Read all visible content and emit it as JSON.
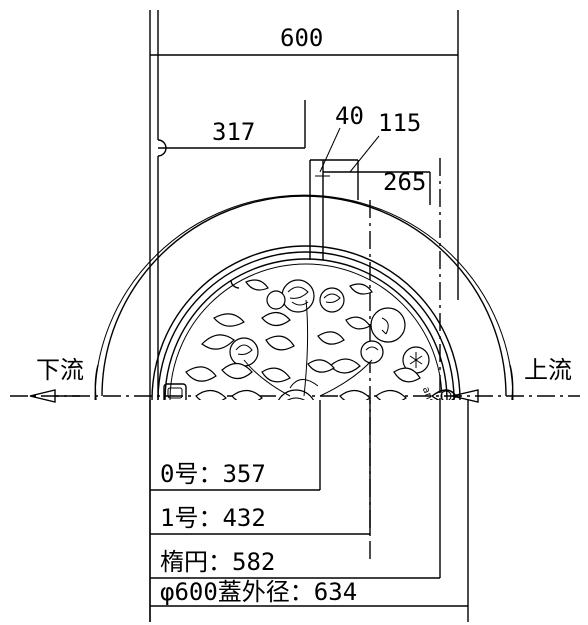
{
  "dimensions": {
    "width": "600",
    "left_offset": "317",
    "d40": "40",
    "d115": "115",
    "d265": "265"
  },
  "flow": {
    "downstream": "下流",
    "upstream": "上流"
  },
  "sizes": [
    {
      "label": "0号：357"
    },
    {
      "label": "1号：432"
    },
    {
      "label": "楕円：582"
    },
    {
      "label": "φ600蓋外径：634"
    }
  ],
  "cover_text": "ansui",
  "colors": {
    "line": "#000000",
    "background": "#ffffff"
  }
}
